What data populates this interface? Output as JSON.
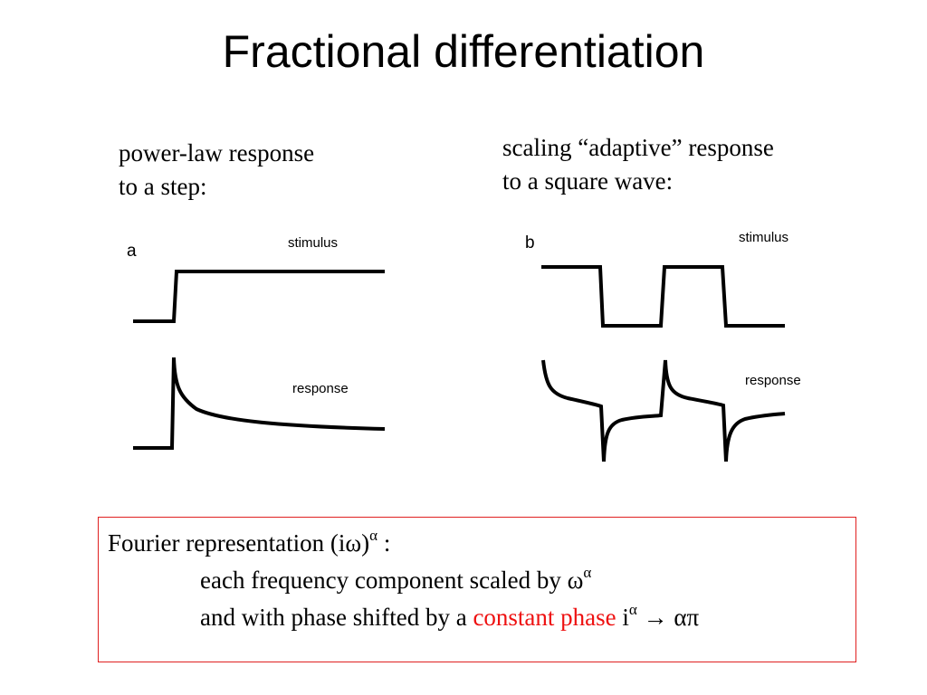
{
  "title": "Fractional differentiation",
  "left_caption": {
    "line1": "power-law response",
    "line2": "to a step:"
  },
  "right_caption": {
    "line1": "scaling “adaptive” response",
    "line2": "to a square wave:"
  },
  "panel_a": {
    "label": "a",
    "stimulus_label": "stimulus",
    "response_label": "response"
  },
  "panel_b": {
    "label": "b",
    "stimulus_label": "stimulus",
    "response_label": "response"
  },
  "fourier": {
    "line1_text": "Fourier representation  (iω)",
    "line1_sup": "α",
    "line1_tail": " :",
    "line2_text": "each frequency component scaled by ω",
    "line2_sup": "α",
    "line3_text": "and with phase shifted by a ",
    "line3_highlight": "constant phase",
    "line3_i": " i",
    "line3_sup": "α",
    "line3_arrow": " → ",
    "line3_result": "απ",
    "highlight_color": "#ee1111",
    "border_color": "#e02020"
  }
}
